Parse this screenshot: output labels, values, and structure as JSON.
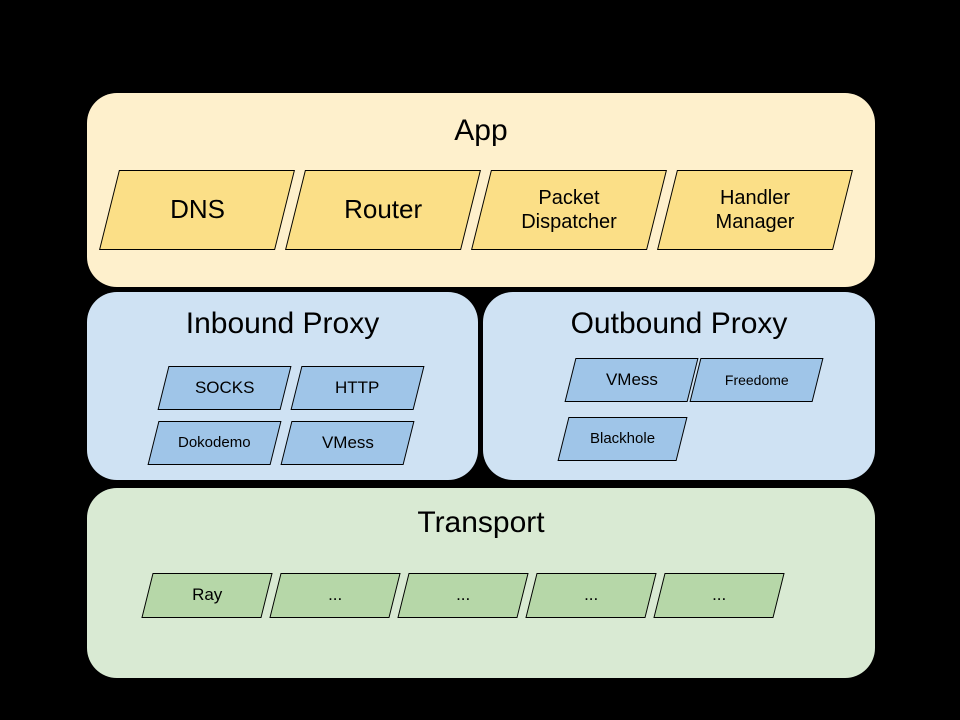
{
  "diagram": {
    "description": "Layered architecture diagram with App, Inbound Proxy, Outbound Proxy and Transport layers"
  },
  "palette": {
    "background": "#000000",
    "app_layer_bg": "#FEF0CC",
    "app_module_bg": "#FBDF87",
    "proxy_layer_bg": "#CFE2F3",
    "proxy_module_bg": "#9FC5E8",
    "transport_layer_bg": "#D9EAD3",
    "transport_module_bg": "#B6D7A8",
    "text": "#000000",
    "module_border": "#000000"
  },
  "layers": {
    "app": {
      "title": "App",
      "items": [
        {
          "label": "DNS"
        },
        {
          "label": "Router"
        },
        {
          "label": "Packet Dispatcher"
        },
        {
          "label": "Handler Manager"
        }
      ]
    },
    "inbound": {
      "title": "Inbound Proxy",
      "items": [
        {
          "label": "SOCKS"
        },
        {
          "label": "HTTP"
        },
        {
          "label": "Dokodemo"
        },
        {
          "label": "VMess"
        }
      ]
    },
    "outbound": {
      "title": "Outbound Proxy",
      "items": [
        {
          "label": "VMess"
        },
        {
          "label": "Freedome"
        },
        {
          "label": "Blackhole"
        }
      ]
    },
    "transport": {
      "title": "Transport",
      "items": [
        {
          "label": "Ray"
        },
        {
          "label": "..."
        },
        {
          "label": "..."
        },
        {
          "label": "..."
        },
        {
          "label": "..."
        }
      ]
    }
  }
}
